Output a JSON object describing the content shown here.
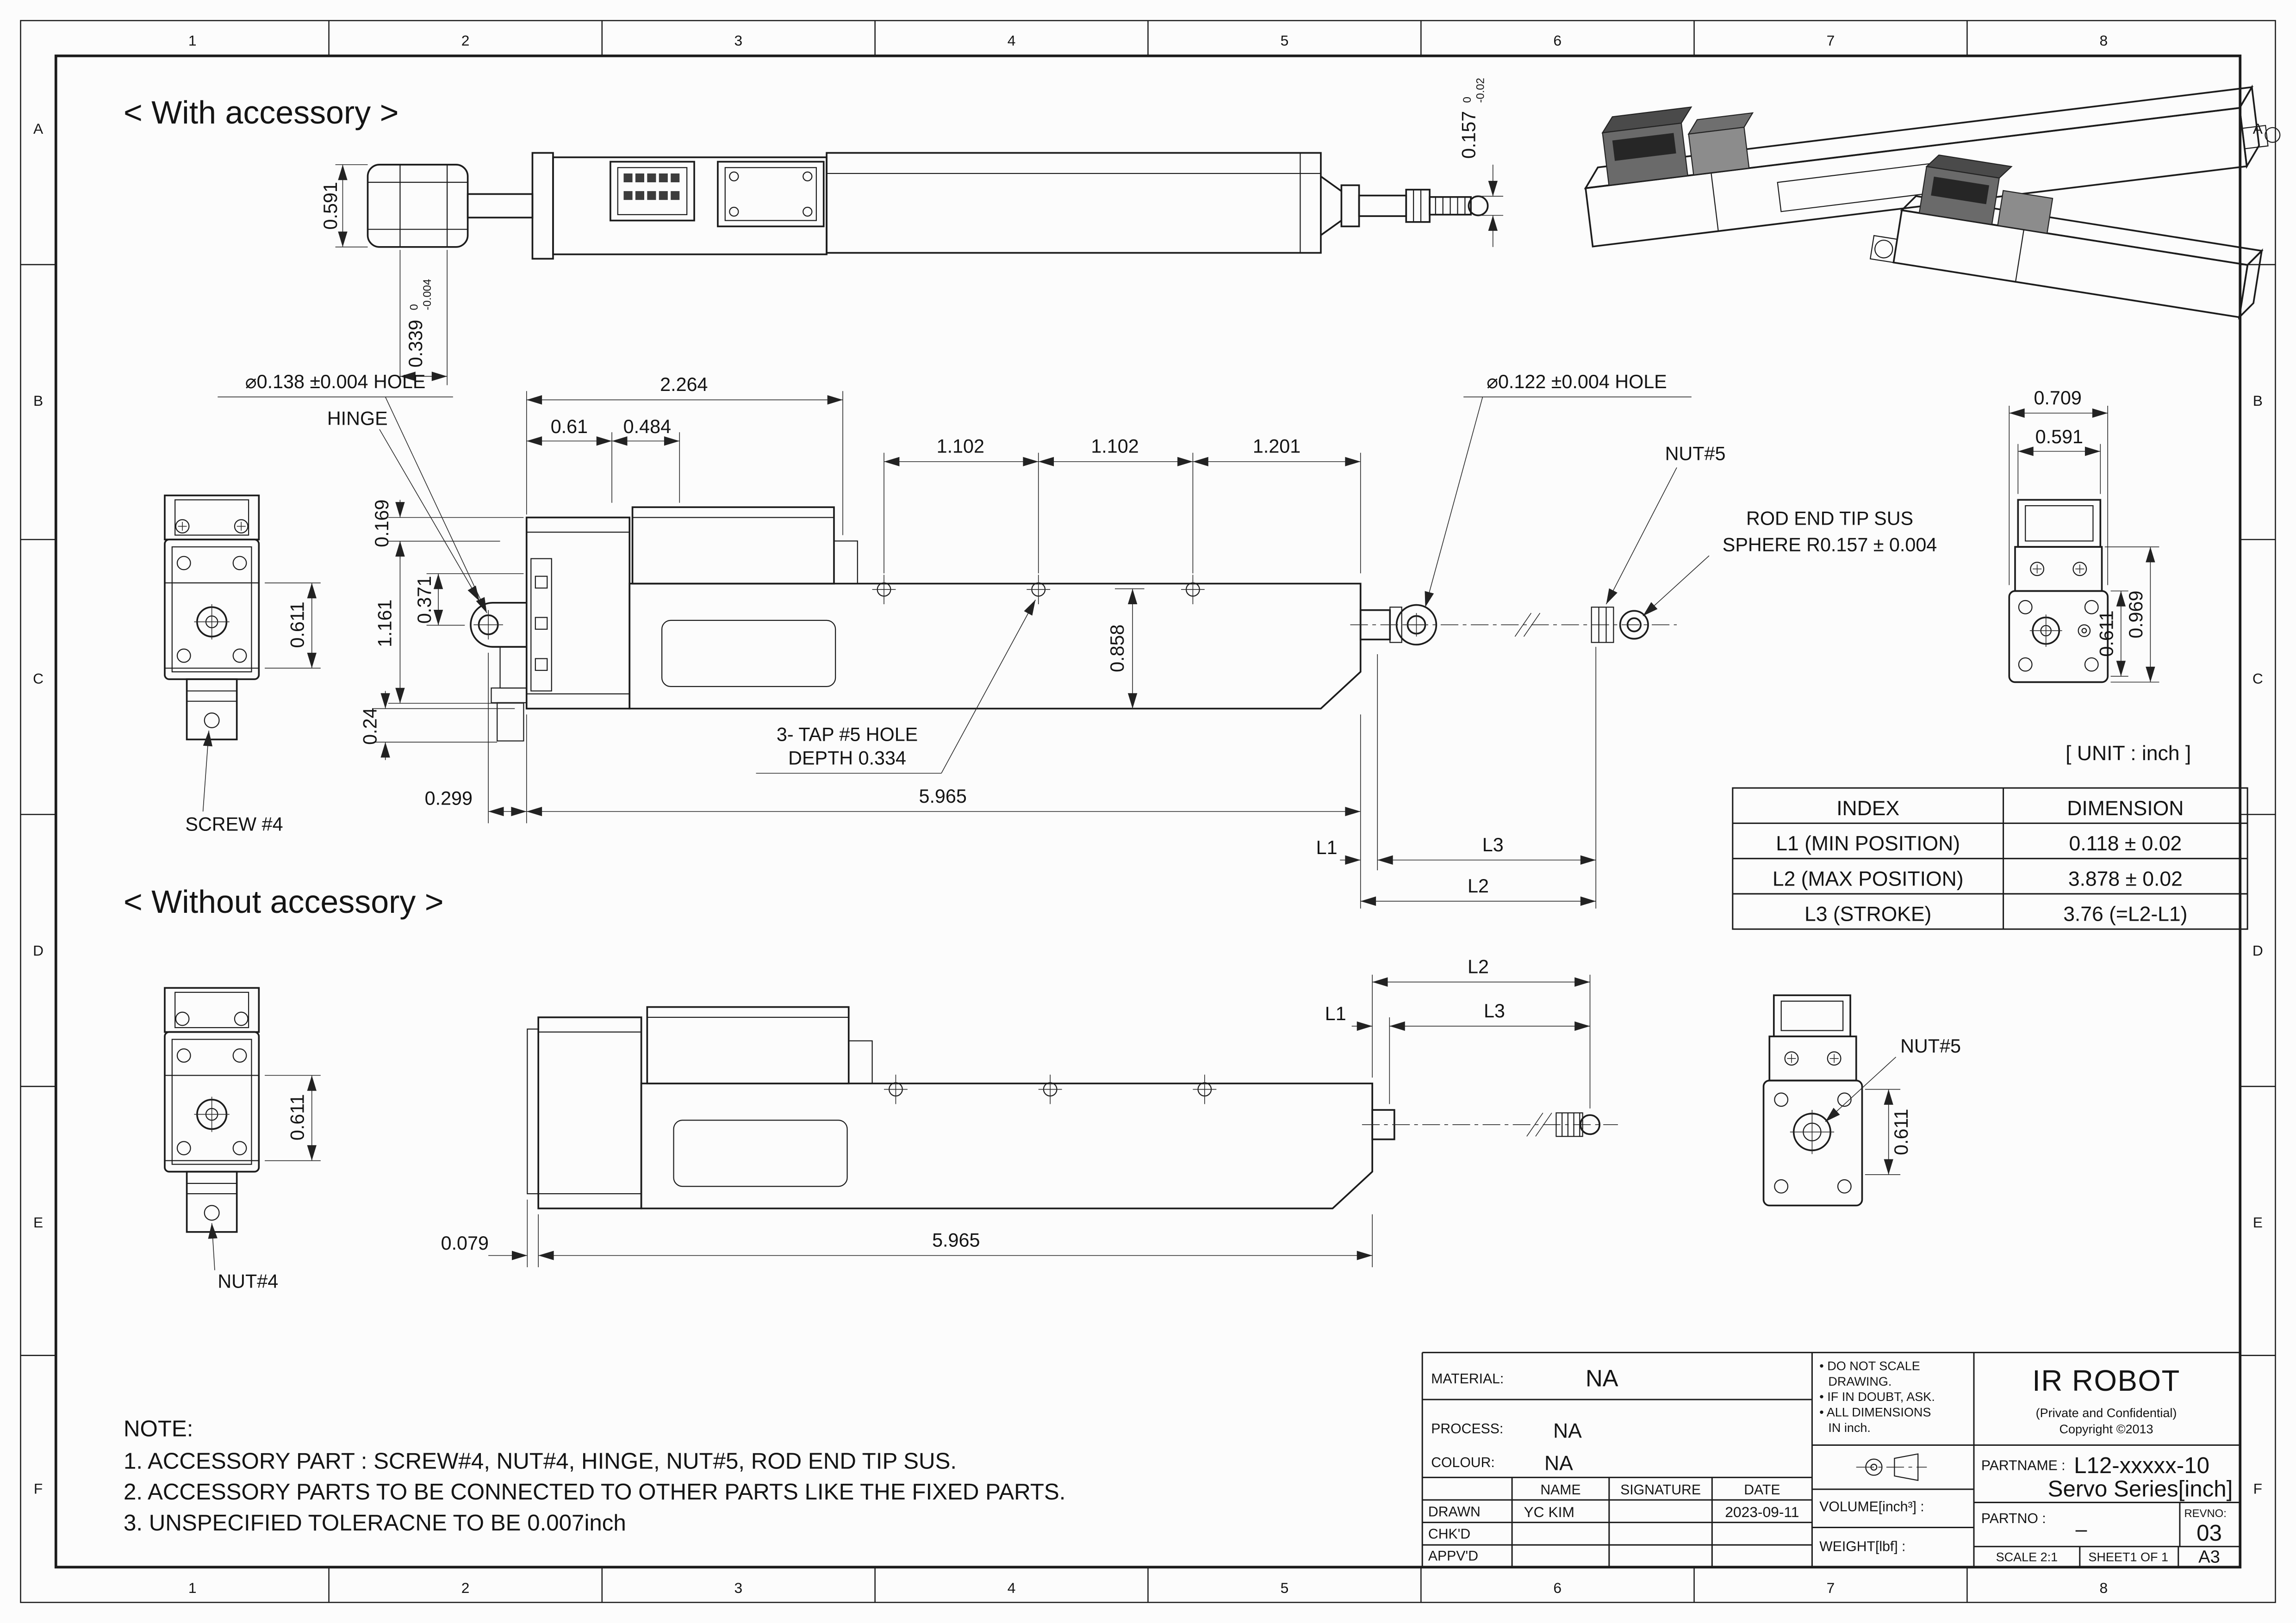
{
  "frame": {
    "cols": [
      "1",
      "2",
      "3",
      "4",
      "5",
      "6",
      "7",
      "8"
    ],
    "rows": [
      "A",
      "B",
      "C",
      "D",
      "E",
      "F"
    ]
  },
  "titles": {
    "with_accessory": "< With accessory >",
    "without_accessory": "< Without accessory >",
    "unit_note": "[ UNIT : inch ]",
    "note_title": "NOTE:"
  },
  "note_lines": [
    "1. ACCESSORY PART :  SCREW#4, NUT#4, HINGE, NUT#5, ROD END TIP SUS.",
    "2. ACCESSORY PARTS TO BE CONNECTED TO OTHER PARTS LIKE THE  FIXED PARTS.",
    "3. UNSPECIFIED TOLERACNE TO BE 0.007inch"
  ],
  "with_acc": {
    "top": {
      "w0591": "0.591",
      "w0339": "0.339",
      "w0339_hi": "0",
      "w0339_lo": "-0.004",
      "w0157": "0.157",
      "w0157_hi": "0",
      "w0157_lo": "-0.02"
    },
    "labels": {
      "hole_hinge": "⌀0.138 ±0.004 HOLE",
      "hinge": "HINGE",
      "hole_rod": "⌀0.122 ±0.004 HOLE",
      "nut5": "NUT#5",
      "rodend1": "ROD END TIP SUS",
      "rodend2": "SPHERE R0.157 ± 0.004",
      "screw4": "SCREW #4",
      "tap1": "3- TAP #5 HOLE",
      "tap2": "DEPTH 0.334"
    },
    "dims": {
      "d2264": "2.264",
      "d061": "0.61",
      "d0484": "0.484",
      "d1102a": "1.102",
      "d1102b": "1.102",
      "d1201": "1.201",
      "d0169": "0.169",
      "d0371": "0.371",
      "d1161": "1.161",
      "d0858": "0.858",
      "d024": "0.24",
      "d0299": "0.299",
      "d5965": "5.965",
      "d0611L": "0.611",
      "d0709": "0.709",
      "d0591R": "0.591",
      "d0611R": "0.611",
      "d0969": "0.969",
      "l1": "L1",
      "l2": "L2",
      "l3": "L3"
    }
  },
  "without_acc": {
    "labels": {
      "nut4": "NUT#4",
      "nut5": "NUT#5"
    },
    "dims": {
      "l1": "L1",
      "l2": "L2",
      "l3": "L3",
      "d0611L": "0.611",
      "d0611R": "0.611",
      "d0079": "0.079",
      "d5965": "5.965"
    }
  },
  "index_table": {
    "col_index": "INDEX",
    "col_dimension": "DIMENSION",
    "rows": [
      {
        "index": "L1 (MIN POSITION)",
        "dimension": "0.118 ± 0.02"
      },
      {
        "index": "L2 (MAX POSITION)",
        "dimension": "3.878 ± 0.02"
      },
      {
        "index": "L3 (STROKE)",
        "dimension": "3.76 (=L2-L1)"
      }
    ]
  },
  "title_block": {
    "material_label": "MATERIAL:",
    "material_value": "NA",
    "process_label": "PROCESS:",
    "process_value": "NA",
    "colour_label": "COLOUR:",
    "colour_value": "NA",
    "table": {
      "col_name": "NAME",
      "col_signature": "SIGNATURE",
      "col_date": "DATE",
      "rows": [
        {
          "role": "DRAWN",
          "name": "YC KIM",
          "date": "2023-09-11"
        },
        {
          "role": "CHK'D",
          "name": "",
          "date": ""
        },
        {
          "role": "APPV'D",
          "name": "",
          "date": ""
        }
      ]
    },
    "general_notes": [
      "• DO NOT SCALE",
      "DRAWING.",
      "• IF IN DOUBT, ASK.",
      "• ALL DIMENSIONS",
      "IN inch."
    ],
    "volume_label": "VOLUME[inch³] :",
    "weight_label": "WEIGHT[lbf] :",
    "company": "IR ROBOT",
    "confidential": "(Private and Confidential)",
    "copyright": "Copyright ©2013",
    "partname_label": "PARTNAME :",
    "partname_value_line1": "L12-xxxxx-10",
    "partname_value_line2": "Servo Series[inch]",
    "partno_label": "PARTNO :",
    "partno_value": "–",
    "revno_label": "REVNO:",
    "revno_value": "03",
    "scale": "SCALE  2:1",
    "sheet": "SHEET1 OF 1",
    "paper_size": "A3"
  }
}
